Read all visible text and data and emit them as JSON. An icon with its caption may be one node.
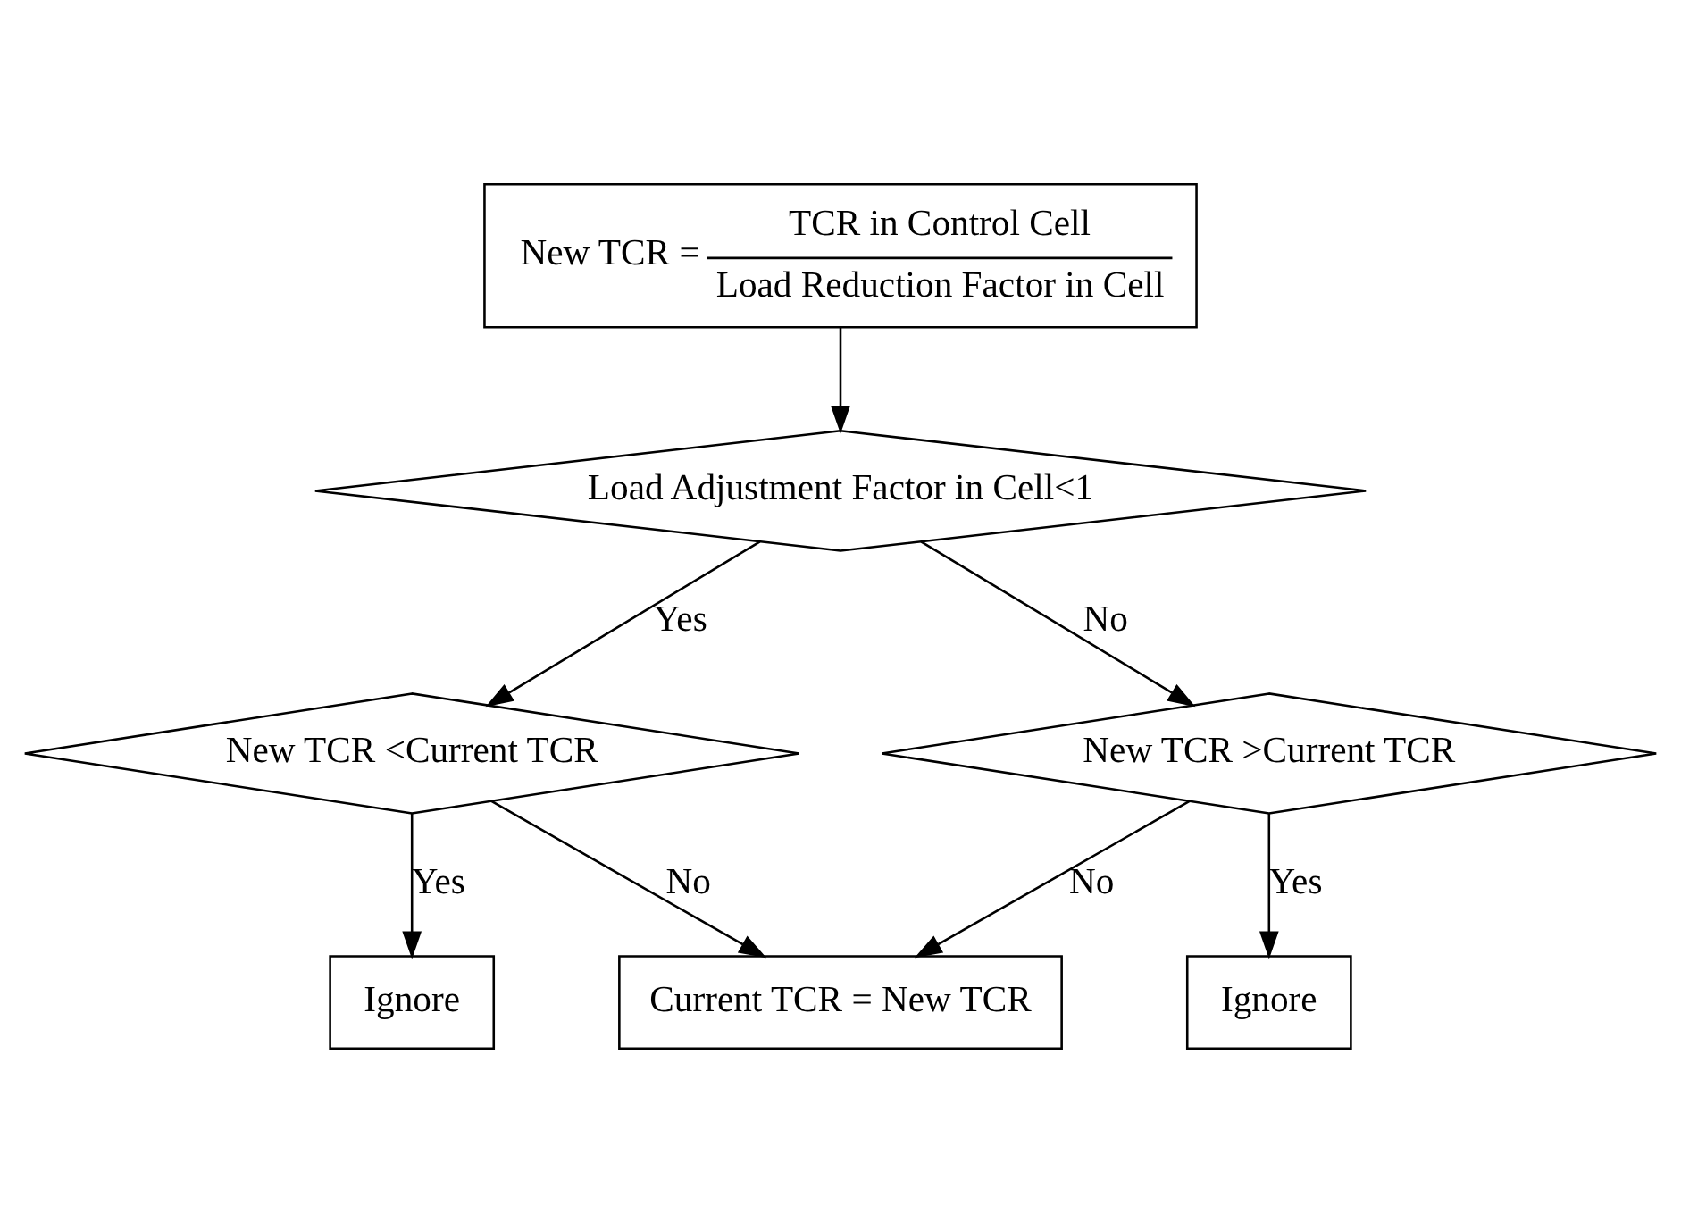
{
  "diagram": {
    "nodes": [
      {
        "text": [
          "New TCR =",
          "TCR in Control Cell",
          "Load Reduction Factor in Cell"
        ]
      },
      {
        "text": [
          "Load Adjustment Factor in Cell<1"
        ]
      },
      {
        "text": [
          "New TCR <Current TCR"
        ]
      },
      {
        "text": [
          "New TCR >Current TCR"
        ]
      },
      {
        "text": [
          "Ignore"
        ]
      },
      {
        "text": [
          "Current TCR = New TCR"
        ]
      },
      {
        "text": [
          "Ignore"
        ]
      }
    ],
    "edges": [
      {
        "from": 0,
        "to": 1,
        "arrow": "to"
      },
      {
        "from": 1,
        "to": 2,
        "arrow": "to",
        "label": "Yes"
      },
      {
        "from": 1,
        "to": 3,
        "arrow": "to",
        "label": "No"
      },
      {
        "from": 2,
        "to": 4,
        "arrow": "to",
        "label": "Yes"
      },
      {
        "from": 2,
        "to": 5,
        "arrow": "to",
        "label": "No"
      },
      {
        "from": 3,
        "to": 5,
        "arrow": "to",
        "label": "No"
      },
      {
        "from": 3,
        "to": 6,
        "arrow": "to",
        "label": "Yes"
      }
    ]
  }
}
